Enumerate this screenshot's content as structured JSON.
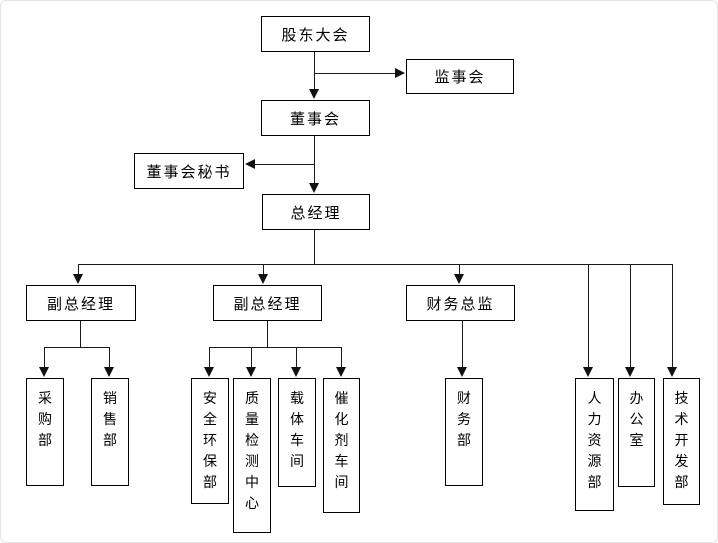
{
  "chart": {
    "type": "org-chart",
    "nodes": {
      "shareholders_meeting": "股东大会",
      "supervisory_board": "监事会",
      "board_of_directors": "董事会",
      "board_secretary": "董事会秘书",
      "general_manager": "总经理",
      "deputy_gm_1": "副总经理",
      "deputy_gm_2": "副总经理",
      "finance_director": "财务总监",
      "procurement_dept": "采购部",
      "sales_dept": "销售部",
      "safety_env_dept": "安全环保部",
      "quality_testing_center": "质量检测中心",
      "carrier_workshop": "载体车间",
      "catalyst_workshop": "催化剂车间",
      "finance_dept": "财务部",
      "hr_dept": "人力资源部",
      "office": "办公室",
      "tech_dev_dept": "技术开发部"
    },
    "edges": [
      [
        "shareholders_meeting",
        "supervisory_board"
      ],
      [
        "shareholders_meeting",
        "board_of_directors"
      ],
      [
        "board_of_directors",
        "board_secretary"
      ],
      [
        "board_of_directors",
        "general_manager"
      ],
      [
        "general_manager",
        "deputy_gm_1"
      ],
      [
        "general_manager",
        "deputy_gm_2"
      ],
      [
        "general_manager",
        "finance_director"
      ],
      [
        "general_manager",
        "hr_dept"
      ],
      [
        "general_manager",
        "office"
      ],
      [
        "general_manager",
        "tech_dev_dept"
      ],
      [
        "deputy_gm_1",
        "procurement_dept"
      ],
      [
        "deputy_gm_1",
        "sales_dept"
      ],
      [
        "deputy_gm_2",
        "safety_env_dept"
      ],
      [
        "deputy_gm_2",
        "quality_testing_center"
      ],
      [
        "deputy_gm_2",
        "carrier_workshop"
      ],
      [
        "deputy_gm_2",
        "catalyst_workshop"
      ],
      [
        "finance_director",
        "finance_dept"
      ]
    ],
    "colors": {
      "line": "#1a1a1a",
      "box_border": "#000000",
      "background": "#ffffff",
      "text": "#000000"
    }
  }
}
